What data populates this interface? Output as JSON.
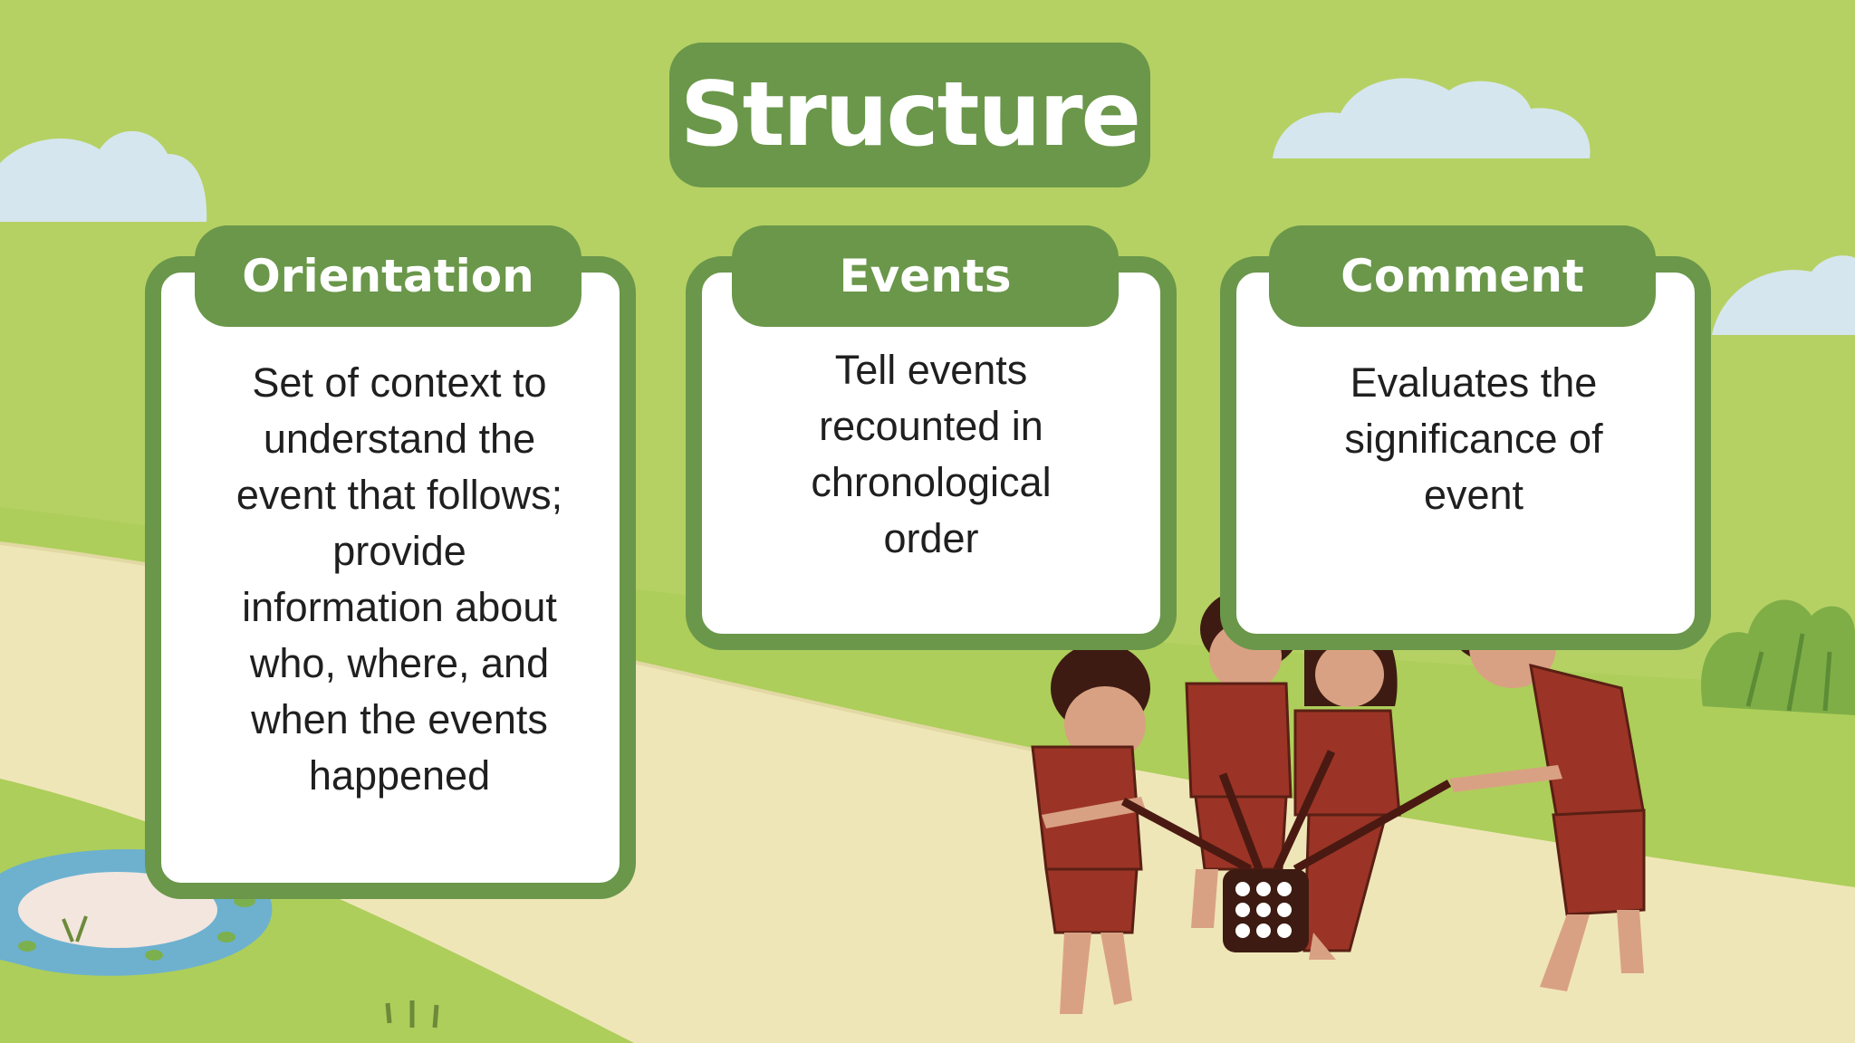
{
  "slide": {
    "title": "Structure",
    "cards": [
      {
        "heading": "Orientation",
        "lines": [
          "Set of context to",
          "understand the",
          "event that follows;",
          "provide",
          "information about",
          "who, where, and",
          "when the events",
          "happened"
        ]
      },
      {
        "heading": "Events",
        "lines": [
          "Tell events",
          "recounted in",
          "chronological",
          "order"
        ]
      },
      {
        "heading": "Comment",
        "lines": [
          "Evaluates the",
          "significance of",
          "event"
        ]
      }
    ]
  },
  "colors": {
    "background": "#b5d163",
    "path": "#efe6b8",
    "accent_green": "#6a974a",
    "card_fill": "#ffffff",
    "cloud": "#d6e6ee",
    "pond": "#6db1cf",
    "shirt_red": "#9b3426"
  },
  "illustration": {
    "subjects": "four-children-playing-icon",
    "pond": "pond-icon",
    "clouds": "cloud-icon",
    "bush": "bush-icon"
  }
}
